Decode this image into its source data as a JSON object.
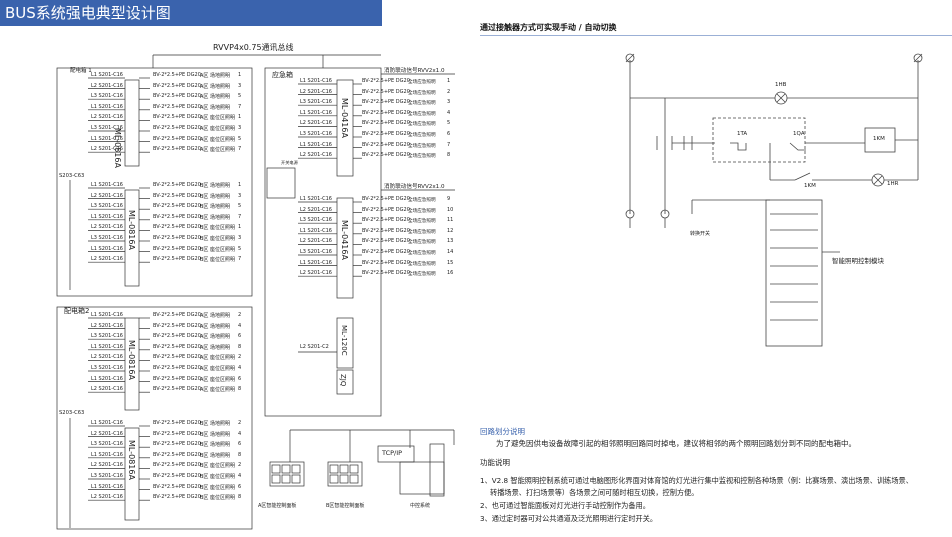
{
  "header": {
    "title": "BUS系统强电典型设计图"
  },
  "left_diagram": {
    "bus_label": "RVVP4x0.75通讯总线",
    "box1_label": "配电箱 1",
    "box2_label": "配电箱2",
    "emergency_box_label": "应急箱",
    "fire_signal_1": "消防联动信号RVV2x1.0",
    "fire_signal_2": "消防联动信号RVV2x1.0",
    "module_8a": "ML-0816A",
    "module_4a": "ML-0416A",
    "module_120": "ML-120C",
    "module_zjq": "ZJQ",
    "main_breaker_1": "S203-C63",
    "main_breaker_2": "S203-C63",
    "breaker_l1": "L1 S201-C16",
    "breaker_l2": "L2 S201-C16",
    "breaker_l3": "L3 S201-C16",
    "breaker_c2": "L2 S201-C2",
    "cable": "BV-2*2.5+PE DG20",
    "area_a_field": "A区 场地照明",
    "area_a_seat": "A区 座位区照明",
    "area_b_field": "B区 场地照明",
    "area_b_seat": "B区 座位区照明",
    "emerg_light": "全场应急照明",
    "tcpip": "TCP/IP",
    "panel_a": "A区智能控制面板",
    "panel_b": "B区智能控制面板",
    "pc_label": "中控系统",
    "switch_label": "开关电源",
    "box1_a_nums": [
      "1",
      "3",
      "5",
      "7",
      "1",
      "3",
      "5",
      "7"
    ],
    "box1_b_nums": [
      "1",
      "3",
      "5",
      "7",
      "1",
      "3",
      "5",
      "7"
    ],
    "box2_a_nums": [
      "2",
      "4",
      "6",
      "8",
      "2",
      "4",
      "6",
      "8"
    ],
    "box2_b_nums": [
      "2",
      "4",
      "6",
      "8",
      "2",
      "4",
      "6",
      "8"
    ],
    "emerg_nums_1": [
      "1",
      "2",
      "3",
      "4",
      "5",
      "6",
      "7",
      "8"
    ],
    "emerg_nums_2": [
      "9",
      "10",
      "11",
      "12",
      "13",
      "14",
      "15",
      "16"
    ]
  },
  "right_diagram": {
    "title": "通过接触器方式可实现手动 / 自动切换",
    "hb": "1HB",
    "ta": "1TA",
    "qa": "1QA",
    "km": "1KM",
    "km2": "1KM",
    "hr": "1HR",
    "switch_caption": "转换开关",
    "module_caption": "智能照明控制模块"
  },
  "notes": {
    "section1_title": "回路划分说明",
    "section1_body": "为了避免因供电设备故障引起的相邻照明回路同时掉电，建议将相邻的两个照明回路划分到不同的配电箱中。",
    "section2_title": "功能说明",
    "item1a": "1、V2.8 智能照明控制系统可通过电脑图形化界面对体育馆的灯光进行集中监视和控制各种场景（例：比赛场景、演出场景、训练场景、",
    "item1b": "转播场景、打扫场景等）各场景之间可随时相互切换，控制方便。",
    "item2": "2、也可通过智能面板对灯光进行手动控制作为备用。",
    "item3": "3、通过定时器可对公共通道及泛光照明进行定时开关。"
  }
}
